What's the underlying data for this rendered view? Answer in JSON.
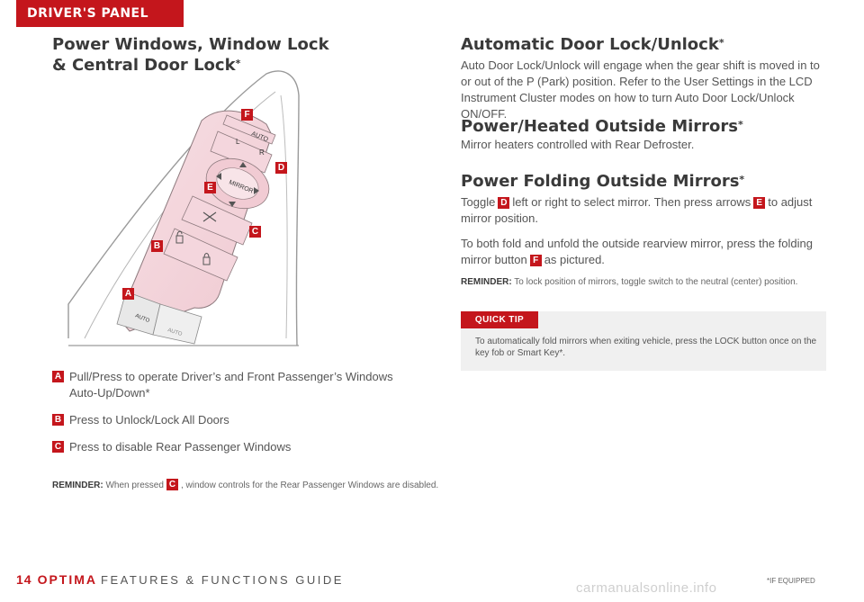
{
  "section_tab": "DRIVER'S PANEL",
  "left": {
    "title_line1": "Power Windows, Window Lock",
    "title_line2": "& Central Door Lock",
    "title_sup": "*",
    "items": [
      {
        "badge": "A",
        "text": "Pull/Press to operate Driver’s and Front Passenger’s Windows Auto-Up/Down*"
      },
      {
        "badge": "B",
        "text": "Press to Unlock/Lock All Doors"
      },
      {
        "badge": "C",
        "text": "Press to disable Rear Passenger Windows"
      }
    ],
    "reminder": {
      "label": "REMINDER:",
      "before": "When pressed",
      "badge": "C",
      "after": ", window controls for the Rear Passenger Windows are disabled."
    }
  },
  "figure": {
    "callouts": [
      "A",
      "B",
      "C",
      "D",
      "E",
      "F"
    ],
    "switch_labels": {
      "auto": "AUTO",
      "mirror": "MIRROR",
      "left": "L",
      "right": "R",
      "auto_small": "AUTO"
    }
  },
  "right": {
    "s1": {
      "title": "Automatic Door Lock/Unlock",
      "sup": "*",
      "body": "Auto Door Lock/Unlock will engage when the gear shift is moved in to or out of the P (Park) position. Refer to the User Settings in the LCD Instrument Cluster modes on how to turn Auto Door Lock/Unlock ON/OFF."
    },
    "s2": {
      "title": "Power/Heated Outside Mirrors",
      "sup": "*",
      "body": "Mirror heaters controlled with Rear Defroster."
    },
    "s3": {
      "title": "Power Folding Outside Mirrors",
      "sup": "*",
      "p1_a": "Toggle",
      "p1_badge1": "D",
      "p1_b": "left or right to select mirror. Then press arrows",
      "p1_badge2": "E",
      "p1_c": "to adjust mirror position.",
      "p2_a": "To both fold and unfold the outside rearview mirror, press the folding mirror button",
      "p2_badge": "F",
      "p2_b": "as pictured.",
      "reminder_label": "REMINDER:",
      "reminder_text": "To lock position of mirrors, toggle switch to the neutral (center) position."
    },
    "quick_tip": {
      "label": "QUICK TIP",
      "text": "To automatically fold mirrors when exiting vehicle, press the LOCK button once on the key fob or Smart Key*."
    }
  },
  "footer": {
    "page": "14",
    "brand": "OPTIMA",
    "guide": "FEATURES & FUNCTIONS GUIDE",
    "if_equipped": "*IF EQUIPPED",
    "watermark": "carmanualsonline.info"
  },
  "colors": {
    "accent": "#c4161c",
    "text": "#3a3a3a",
    "tip_bg": "#f0f0f0"
  }
}
